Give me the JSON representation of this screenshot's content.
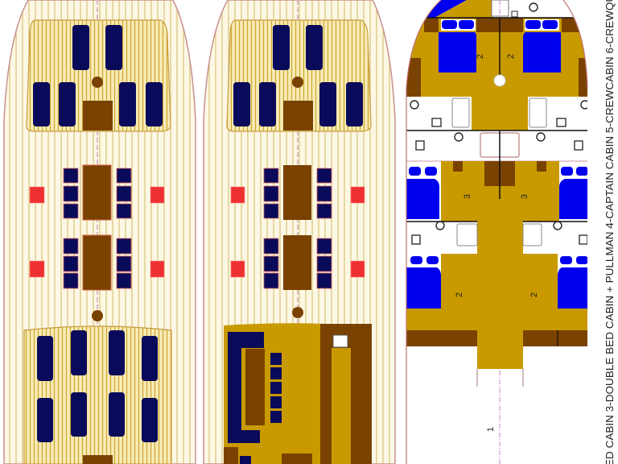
{
  "legend_text": "ED CABIN  3-DOUBLE BED CABIN + PULLMAN  4-CAPTAIN CABIN  5-CREWCABIN  6-CREWQUAR",
  "lower_deck": {
    "cabin_numbers": [
      "2",
      "2",
      "3",
      "3",
      "2",
      "2",
      "1"
    ]
  },
  "colors": {
    "deck": "#fdf6d8",
    "plank_line": "#d8c070",
    "hull_outline": "#c89090",
    "cushion": "#0a0a5a",
    "table": "#7a4200",
    "interior": "#c89a00",
    "bed": "#0000ee",
    "storage": "#ee3030"
  }
}
